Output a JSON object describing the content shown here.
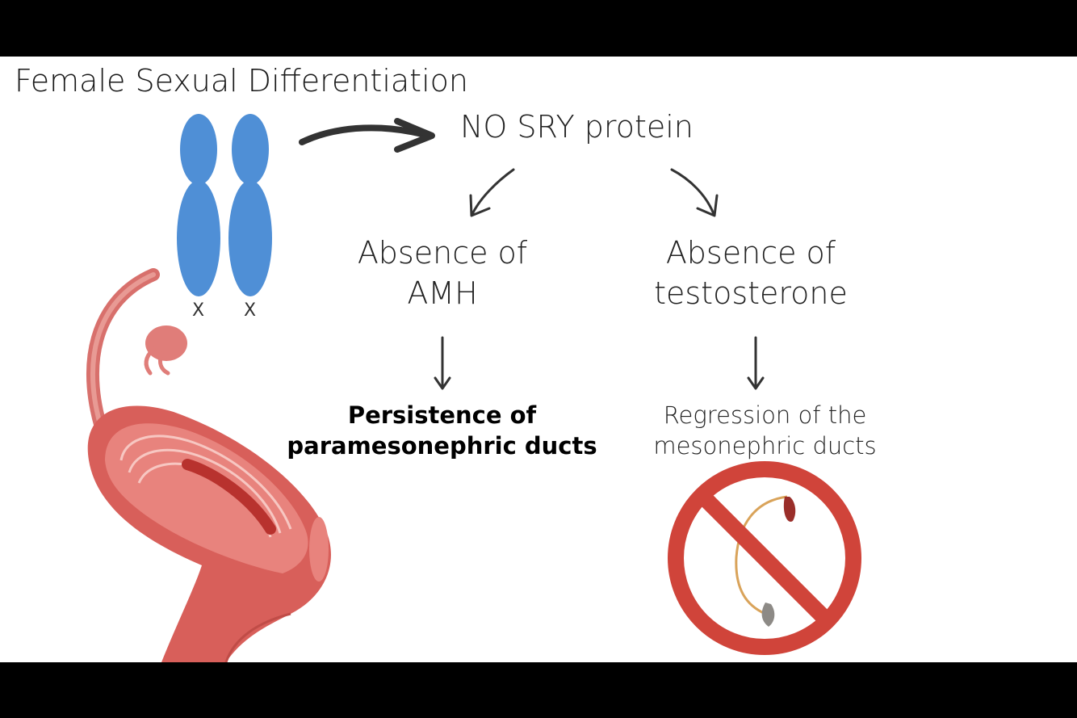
{
  "slide": {
    "title": "Female Sexual Differentiation",
    "chromosomes": {
      "labels": [
        "X",
        "X"
      ],
      "color": "#4f8fd6"
    },
    "sry": "NO SRY protein",
    "left_branch": {
      "line1": "Absence of",
      "line2": "AMH",
      "result_line1": "Persistence of",
      "result_line2": "paramesonephric ducts"
    },
    "right_branch": {
      "line1": "Absence of",
      "line2": "testosterone",
      "result_line1": "Regression of the",
      "result_line2": "mesonephric ducts"
    },
    "icons": {
      "uterus": "uterus-illustration",
      "no_sign": "prohibition-sign-icon",
      "no_sign_color": "#d0443a"
    }
  }
}
